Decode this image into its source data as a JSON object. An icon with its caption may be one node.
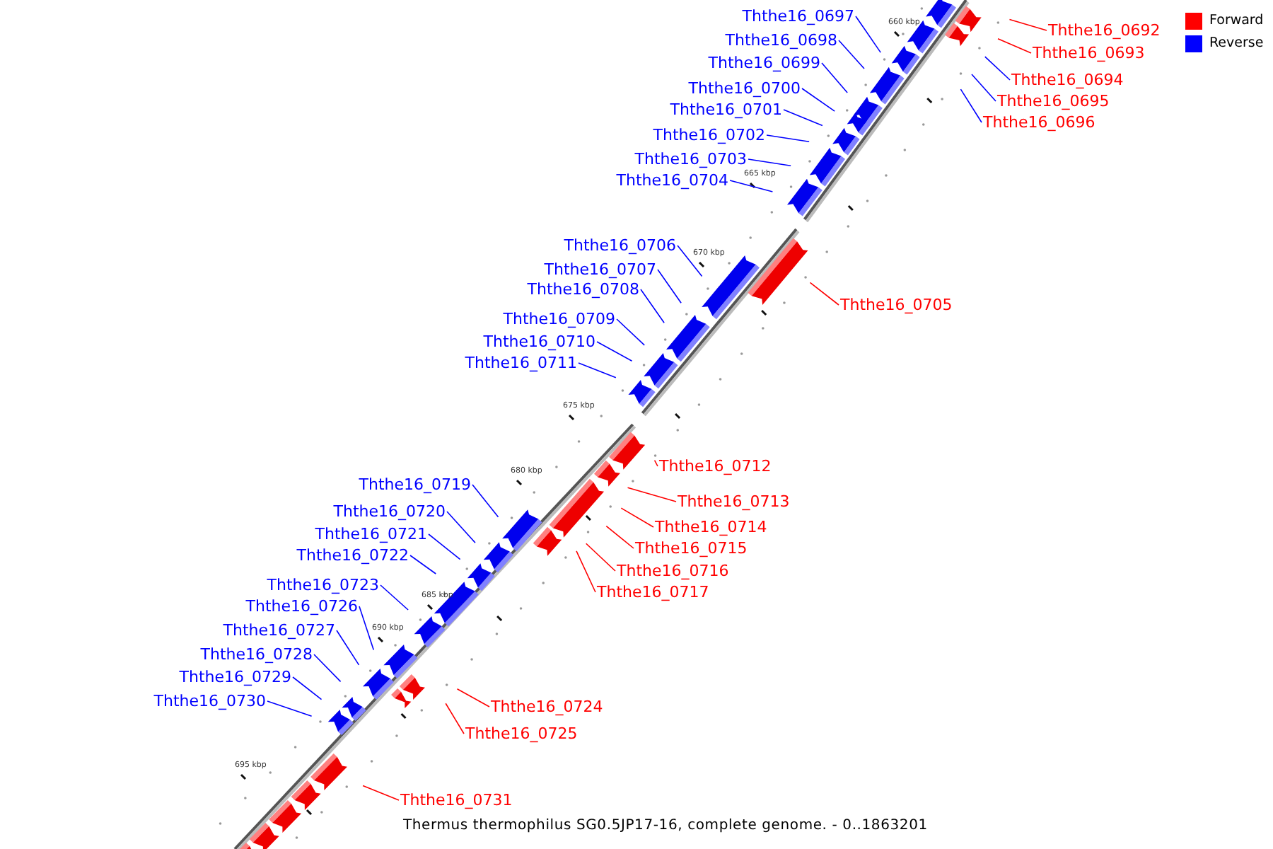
{
  "diagram": {
    "caption": "Thermus thermophilus SG0.5JP17-16, complete genome. - 0..1863201",
    "nodes": [
      {
        "text": [
          "Ththe16_0692"
        ]
      },
      {
        "text": [
          "Ththe16_0693"
        ]
      },
      {
        "text": [
          "Ththe16_0694"
        ]
      },
      {
        "text": [
          "Ththe16_0695"
        ]
      },
      {
        "text": [
          "Ththe16_0696"
        ]
      },
      {
        "text": [
          "Ththe16_0697"
        ]
      },
      {
        "text": [
          "Ththe16_0698"
        ]
      },
      {
        "text": [
          "Ththe16_0699"
        ]
      },
      {
        "text": [
          "Ththe16_0700"
        ]
      },
      {
        "text": [
          "Ththe16_0701"
        ]
      },
      {
        "text": [
          "Ththe16_0702"
        ]
      },
      {
        "text": [
          "Ththe16_0703"
        ]
      },
      {
        "text": [
          "Ththe16_0704"
        ]
      },
      {
        "text": [
          "Ththe16_0705"
        ]
      },
      {
        "text": [
          "Ththe16_0706"
        ]
      },
      {
        "text": [
          "Ththe16_0707"
        ]
      },
      {
        "text": [
          "Ththe16_0708"
        ]
      },
      {
        "text": [
          "Ththe16_0709"
        ]
      },
      {
        "text": [
          "Ththe16_0710"
        ]
      },
      {
        "text": [
          "Ththe16_0711"
        ]
      },
      {
        "text": [
          "Ththe16_0712"
        ]
      },
      {
        "text": [
          "Ththe16_0713"
        ]
      },
      {
        "text": [
          "Ththe16_0714"
        ]
      },
      {
        "text": [
          "Ththe16_0715"
        ]
      },
      {
        "text": [
          "Ththe16_0716"
        ]
      },
      {
        "text": [
          "Ththe16_0717"
        ]
      },
      {
        "text": [
          "Ththe16_0719"
        ]
      },
      {
        "text": [
          "Ththe16_0720"
        ]
      },
      {
        "text": [
          "Ththe16_0721"
        ]
      },
      {
        "text": [
          "Ththe16_0722"
        ]
      },
      {
        "text": [
          "Ththe16_0723"
        ]
      },
      {
        "text": [
          "Ththe16_0726"
        ]
      },
      {
        "text": [
          "Ththe16_0727"
        ]
      },
      {
        "text": [
          "Ththe16_0728"
        ]
      },
      {
        "text": [
          "Ththe16_0729"
        ]
      },
      {
        "text": [
          "Ththe16_0730"
        ]
      },
      {
        "text": [
          "Ththe16_0724"
        ]
      },
      {
        "text": [
          "Ththe16_0725"
        ]
      },
      {
        "text": [
          "Ththe16_0731"
        ]
      }
    ],
    "edges": [
      {
        "from": 0,
        "to": null,
        "arrow": "none",
        "color": "#ff0000"
      },
      {
        "from": 1,
        "to": null,
        "arrow": "none",
        "color": "#ff0000"
      },
      {
        "from": 2,
        "to": null,
        "arrow": "none"
      },
      {
        "from": 3,
        "to": null,
        "arrow": "none"
      },
      {
        "from": 4,
        "to": null,
        "arrow": "none"
      },
      {
        "from": 5,
        "to": null,
        "arrow": "none"
      },
      {
        "from": 6,
        "to": null,
        "arrow": "none"
      },
      {
        "from": 7,
        "to": null,
        "arrow": "none"
      },
      {
        "from": 8,
        "to": null,
        "arrow": "none"
      },
      {
        "from": 9,
        "to": null,
        "arrow": "none"
      },
      {
        "from": 10,
        "to": null,
        "arrow": "none"
      },
      {
        "from": 11,
        "to": null,
        "arrow": "none"
      },
      {
        "from": 12,
        "to": null,
        "arrow": "none"
      },
      {
        "from": 13,
        "to": null,
        "arrow": "none",
        "color": "#ff0000"
      },
      {
        "from": 14,
        "to": null,
        "arrow": "none"
      },
      {
        "from": 15,
        "to": null,
        "arrow": "none"
      },
      {
        "from": 16,
        "to": null,
        "arrow": "none"
      },
      {
        "from": 17,
        "to": null,
        "arrow": "none"
      },
      {
        "from": 18,
        "to": null,
        "arrow": "none"
      },
      {
        "from": 19,
        "to": null,
        "arrow": "none"
      },
      {
        "from": 20,
        "to": null,
        "arrow": "none",
        "color": "#ff0000"
      },
      {
        "from": 21,
        "to": null,
        "arrow": "none",
        "color": "#ff0000"
      },
      {
        "from": 22,
        "to": null,
        "arrow": "none",
        "color": "#ff0000"
      },
      {
        "from": 23,
        "to": null,
        "arrow": "none",
        "color": "#ff0000"
      },
      {
        "from": 24,
        "to": null,
        "arrow": "none",
        "color": "#ff0000"
      },
      {
        "from": 25,
        "to": null,
        "arrow": "none",
        "color": "#ff0000"
      },
      {
        "from": 26,
        "to": null,
        "arrow": "none"
      },
      {
        "from": 27,
        "to": null,
        "arrow": "none"
      },
      {
        "from": 28,
        "to": null,
        "arrow": "none"
      },
      {
        "from": 29,
        "to": null,
        "arrow": "none"
      },
      {
        "from": 30,
        "to": null,
        "arrow": "none"
      },
      {
        "from": 31,
        "to": null,
        "arrow": "none"
      },
      {
        "from": 32,
        "to": null,
        "arrow": "none"
      },
      {
        "from": 33,
        "to": null,
        "arrow": "none"
      },
      {
        "from": 34,
        "to": null,
        "arrow": "none"
      },
      {
        "from": 35,
        "to": null,
        "arrow": "none"
      },
      {
        "from": 36,
        "to": null,
        "arrow": "none",
        "color": "#ff0000"
      },
      {
        "from": 37,
        "to": null,
        "arrow": "none",
        "color": "#ff0000"
      },
      {
        "from": 38,
        "to": null,
        "arrow": "none",
        "color": "#ff0000"
      }
    ],
    "labels": [
      "660 kbp",
      "665 kbp",
      "670 kbp",
      "675 kbp",
      "680 kbp",
      "685 kbp",
      "690 kbp",
      "695 kbp"
    ],
    "legend": [
      {
        "text": "Forward",
        "color": "#ff0000"
      },
      {
        "text": "Reverse",
        "color": "#0000ff"
      }
    ]
  }
}
